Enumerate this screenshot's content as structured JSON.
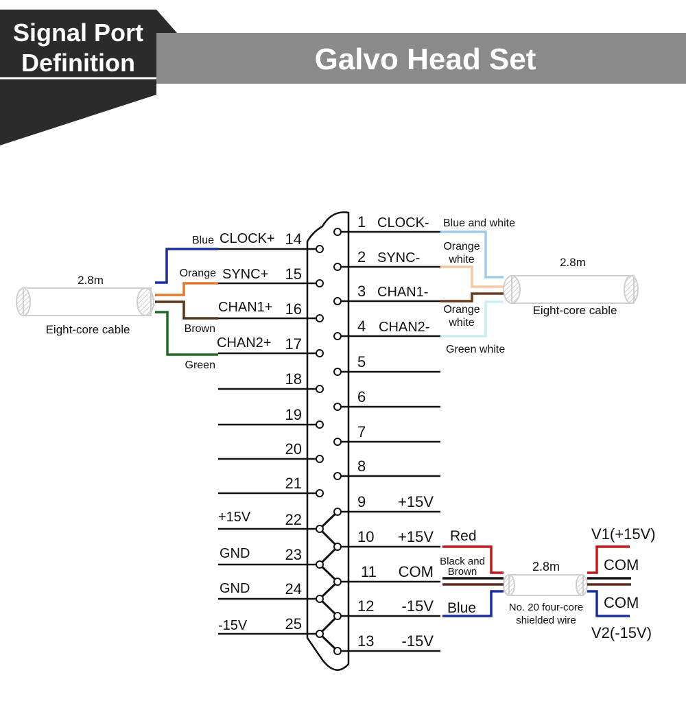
{
  "header": {
    "section_line1": "Signal Port",
    "section_line2": "Definition",
    "title": "Galvo Head Set"
  },
  "connector": {
    "left_pins": [
      {
        "num": "14",
        "signal": "CLOCK+"
      },
      {
        "num": "15",
        "signal": "SYNC+"
      },
      {
        "num": "16",
        "signal": "CHAN1+"
      },
      {
        "num": "17",
        "signal": "CHAN2+"
      },
      {
        "num": "18",
        "signal": ""
      },
      {
        "num": "19",
        "signal": ""
      },
      {
        "num": "20",
        "signal": ""
      },
      {
        "num": "21",
        "signal": ""
      },
      {
        "num": "22",
        "signal": "+15V"
      },
      {
        "num": "23",
        "signal": "GND"
      },
      {
        "num": "24",
        "signal": "GND"
      },
      {
        "num": "25",
        "signal": "-15V"
      }
    ],
    "right_pins": [
      {
        "num": "1",
        "signal": "CLOCK-"
      },
      {
        "num": "2",
        "signal": "SYNC-"
      },
      {
        "num": "3",
        "signal": "CHAN1-"
      },
      {
        "num": "4",
        "signal": "CHAN2-"
      },
      {
        "num": "5",
        "signal": ""
      },
      {
        "num": "6",
        "signal": ""
      },
      {
        "num": "7",
        "signal": ""
      },
      {
        "num": "8",
        "signal": ""
      },
      {
        "num": "9",
        "signal": "+15V"
      },
      {
        "num": "10",
        "signal": "+15V"
      },
      {
        "num": "11",
        "signal": "COM"
      },
      {
        "num": "12",
        "signal": "-15V"
      },
      {
        "num": "13",
        "signal": "-15V"
      }
    ]
  },
  "left_cable": {
    "length": "2.8m",
    "name": "Eight-core cable",
    "wires": [
      {
        "label": "Blue",
        "color": "#1a2f9e"
      },
      {
        "label": "Orange",
        "color": "#e07a2e"
      },
      {
        "label": "Brown",
        "color": "#5a3418"
      },
      {
        "label": "Green",
        "color": "#1e6b25"
      }
    ]
  },
  "right_cable": {
    "length": "2.8m",
    "name": "Eight-core cable",
    "wires": [
      {
        "label": "Blue and white",
        "color": "#9fcbe8"
      },
      {
        "label_line1": "Orange",
        "label_line2": "white",
        "color": "#f2c9a4"
      },
      {
        "label_line1": "Orange",
        "label_line2": "white",
        "color": "#6b3a1e"
      },
      {
        "label": "Green white",
        "color": "#c9eef5"
      }
    ]
  },
  "power_cable": {
    "length": "2.8m",
    "name_line1": "No. 20 four-core",
    "name_line2": "shielded wire",
    "wire_red": "Red",
    "wire_black_brown_line1": "Black and",
    "wire_black_brown_line2": "Brown",
    "wire_blue": "Blue",
    "colors": {
      "red": "#c41818",
      "black": "#111111",
      "brown": "#5a2a1a",
      "blue": "#1a2f9e"
    },
    "outputs": {
      "v1": "V1(+15V)",
      "com1": "COM",
      "com2": "COM",
      "v2": "V2(-15V)"
    }
  },
  "colors": {
    "banner_dark": "#2b2b2b",
    "banner_gray": "#8a8a8a",
    "cable_gray": "#cfcfcf"
  }
}
